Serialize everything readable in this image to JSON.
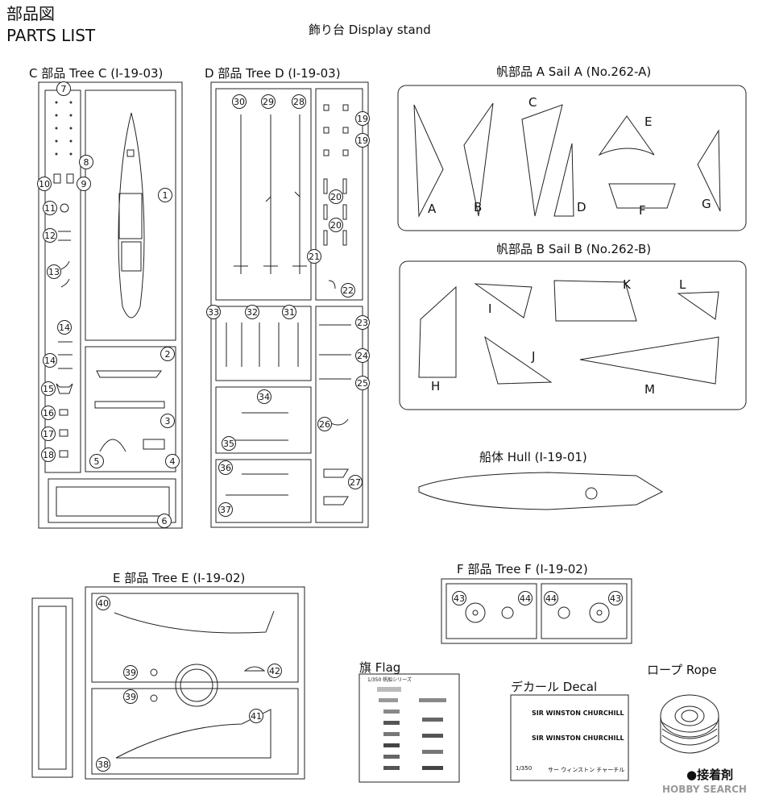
{
  "header": {
    "title_jp": "部品図",
    "title_en": "PARTS LIST",
    "display_stand": "飾り台 Display stand"
  },
  "trees": {
    "c": "C 部品 Tree C (I-19-03)",
    "d": "D 部品 Tree D (I-19-03)",
    "e": "E 部品 Tree E (I-19-02)",
    "f": "F 部品 Tree F (I-19-02)"
  },
  "sails": {
    "a_title": "帆部品 A Sail A (No.262-A)",
    "b_title": "帆部品 B Sail B (No.262-B)",
    "a_letters": [
      "A",
      "B",
      "C",
      "D",
      "E",
      "F",
      "G"
    ],
    "b_letters": [
      "H",
      "I",
      "J",
      "K",
      "L",
      "M"
    ]
  },
  "hull": "船体 Hull (I-19-01)",
  "flag": {
    "title": "旗 Flag",
    "sheet_header": "1/350 帆船シリーズ"
  },
  "decal": {
    "title": "デカール Decal",
    "line1": "SIR WINSTON CHURCHILL",
    "line2": "SIR WINSTON CHURCHILL",
    "scale": "1/350",
    "jp_name": "サー ウィンストン チャーチル"
  },
  "rope": "ロープ Rope",
  "adhesive": "●接着剤",
  "watermark": "HOBBY SEARCH",
  "part_numbers": {
    "c": [
      "7",
      "8",
      "9",
      "10",
      "11",
      "12",
      "13",
      "14",
      "14",
      "15",
      "16",
      "17",
      "18",
      "1",
      "2",
      "3",
      "4",
      "5",
      "6"
    ],
    "d": [
      "30",
      "29",
      "28",
      "19",
      "19",
      "20",
      "20",
      "21",
      "22",
      "33",
      "32",
      "31",
      "23",
      "24",
      "25",
      "34",
      "35",
      "26",
      "36",
      "37",
      "27"
    ],
    "e": [
      "40",
      "39",
      "42",
      "39",
      "41",
      "38"
    ],
    "f": [
      "43",
      "44",
      "44",
      "43"
    ]
  }
}
